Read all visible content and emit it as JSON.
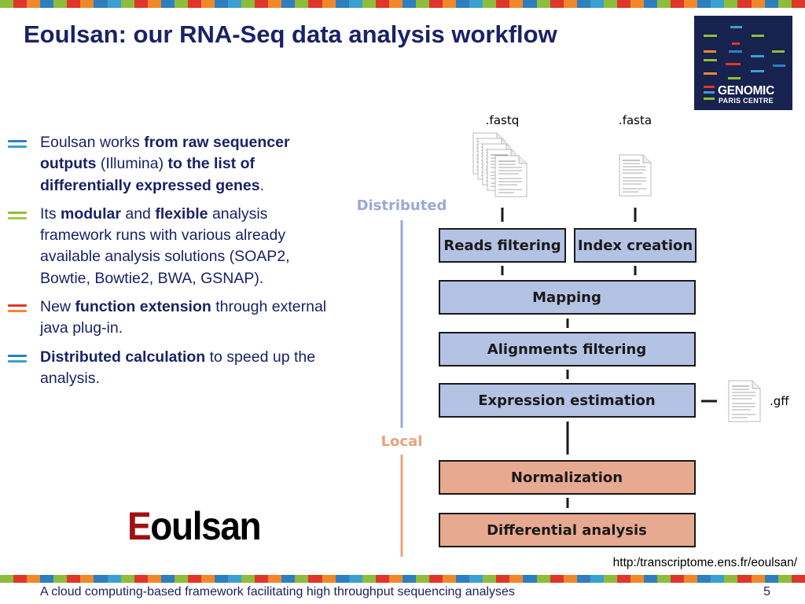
{
  "slide": {
    "title": "Eoulsan: our RNA-Seq data analysis workflow",
    "page_number": "5",
    "footer": "A cloud computing-based framework facilitating high throughput sequencing analyses",
    "url": "http:/transcriptome.ens.fr/eoulsan/"
  },
  "logo": {
    "line1": "GENOMIC",
    "line2": "PARIS CENTRE"
  },
  "stripe_colors": [
    "#8dbd3a",
    "#e0352b",
    "#f0882a",
    "#2e7fc0",
    "#8dbd3a",
    "#e0352b",
    "#f0882a",
    "#2e7fc0",
    "#3aa0d0"
  ],
  "bullets": [
    {
      "colors": [
        "#2e7fc0",
        "#3aa0d0"
      ],
      "parts": [
        {
          "text": "Eoulsan works ",
          "bold": false
        },
        {
          "text": "from raw sequencer outputs",
          "bold": true
        },
        {
          "text": " (Illumina) ",
          "bold": false
        },
        {
          "text": "to the list of differentially expressed genes",
          "bold": true
        },
        {
          "text": ".",
          "bold": false
        }
      ]
    },
    {
      "colors": [
        "#8dbd3a",
        "#a6c84a"
      ],
      "parts": [
        {
          "text": "Its ",
          "bold": false
        },
        {
          "text": "modular",
          "bold": true
        },
        {
          "text": " and ",
          "bold": false
        },
        {
          "text": "flexible",
          "bold": true
        },
        {
          "text": " analysis framework runs with various already available analysis solutions (SOAP2, Bowtie, Bowtie2, BWA, GSNAP).",
          "bold": false
        }
      ]
    },
    {
      "colors": [
        "#e0352b",
        "#f0882a"
      ],
      "parts": [
        {
          "text": "New ",
          "bold": false
        },
        {
          "text": "function extension",
          "bold": true
        },
        {
          "text": " through external java plug-in.",
          "bold": false
        }
      ]
    },
    {
      "colors": [
        "#2e7fc0",
        "#3aa0d0"
      ],
      "parts": [
        {
          "text": "Distributed calculation",
          "bold": true
        },
        {
          "text": " to speed up the analysis.",
          "bold": false
        }
      ]
    }
  ],
  "eoulsan_logo": {
    "first_letter": "E",
    "rest": "oulsan"
  },
  "workflow": {
    "labels": {
      "distributed": "Distributed",
      "local": "Local",
      "fastq": ".fastq",
      "fasta": ".fasta",
      "gff": ".gff"
    },
    "steps": {
      "reads_filtering": "Reads filtering",
      "index_creation": "Index creation",
      "mapping": "Mapping",
      "alignments_filtering": "Alignments filtering",
      "expression_estimation": "Expression estimation",
      "normalization": "Normalization",
      "differential_analysis": "Differential analysis"
    },
    "colors": {
      "distributed_fill": "#b4c3e4",
      "local_fill": "#e8a991",
      "distributed_label": "#9aa8d6",
      "local_label": "#e7a37c"
    }
  }
}
